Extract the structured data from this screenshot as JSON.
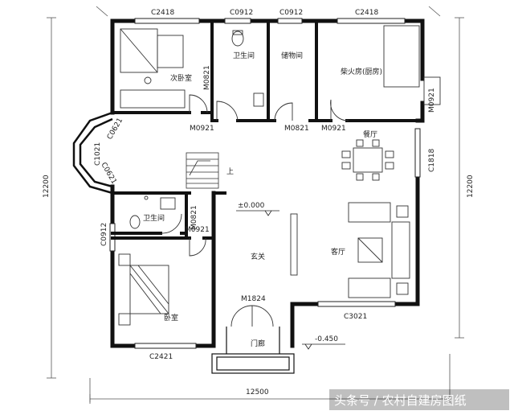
{
  "plan": {
    "rooms": {
      "master_bedroom": "次卧室",
      "bath_top": "卫生间",
      "storage": "储物间",
      "kitchen": "柴火房(厨房)",
      "dining": "餐厅",
      "bath_left": "卫生间",
      "bedroom": "卧室",
      "foyer": "玄关",
      "living": "客厅",
      "porch": "门廊"
    },
    "windows": {
      "c2418_left": "C2418",
      "c0912_a": "C0912",
      "c0912_b": "C0912",
      "c2418_right": "C2418",
      "c0621_a": "C0621",
      "c1021": "C1021",
      "c0621_b": "C0621",
      "c0912_left": "C0912",
      "c1818": "C1818",
      "c2421": "C2421",
      "c3021": "C3021"
    },
    "doors": {
      "m0821_master": "M0821",
      "m0921_master": "M0921",
      "m0821_storage": "M0821",
      "m0921_kitchen": "M0921",
      "m0921_right": "M0921",
      "m0821_bath": "M0821",
      "m0921_bath": "M0921",
      "m1824": "M1824"
    },
    "levels": {
      "floor": "±0.000",
      "outdoor": "-0.450"
    },
    "stair_label": "上",
    "dimensions": {
      "left_height": "12200",
      "right_height": "12200",
      "bottom_width": "12500"
    }
  },
  "watermark": "头条号 / 农村自建房图纸"
}
